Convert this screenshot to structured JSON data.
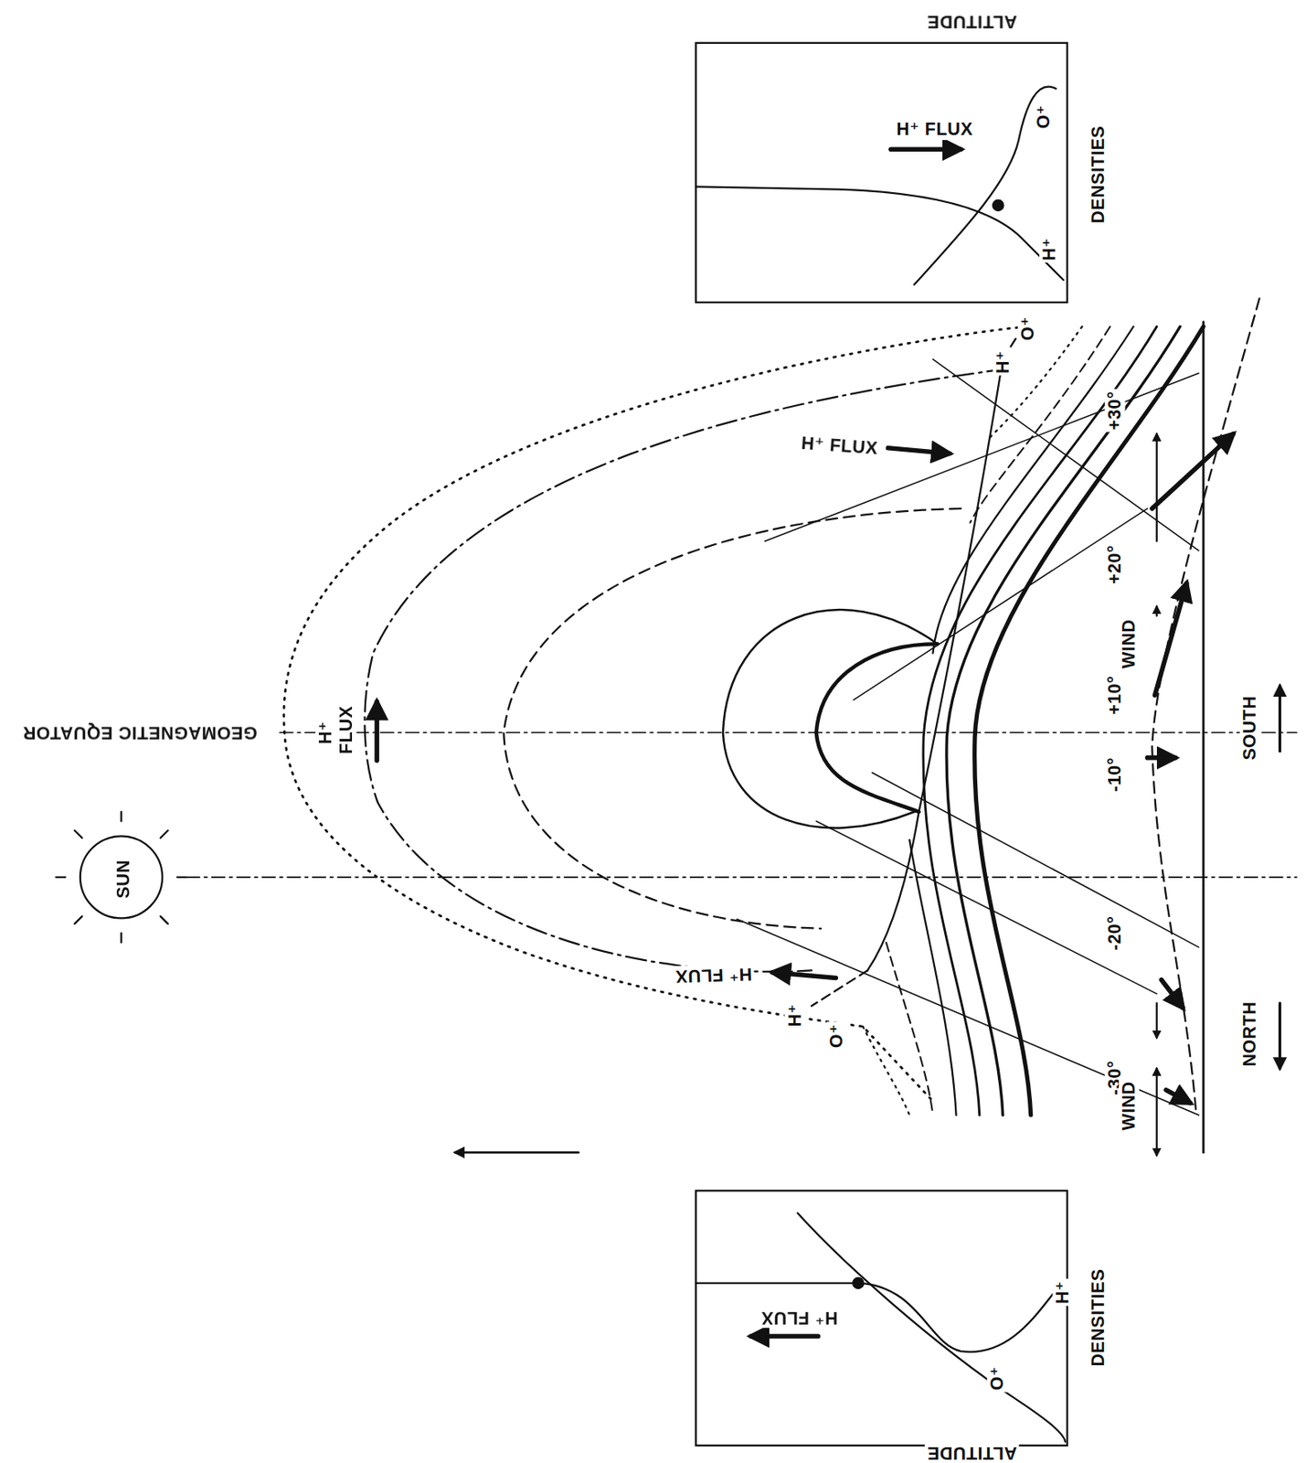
{
  "diagram": {
    "nodes": [
      {
        "text": [
          "SUN"
        ]
      },
      {
        "text": [
          "ALTITUDE",
          "H⁺ FLUX",
          "O⁺",
          "H⁺",
          "DENSITIES"
        ]
      },
      {
        "text": [
          "ALTITUDE",
          "H⁺ FLUX",
          "O⁺",
          "H⁺",
          "DENSITIES"
        ]
      }
    ],
    "labels": [
      "GEOMAGNETIC EQUATOR",
      "H⁺ FLUX",
      "H⁺ FLUX",
      "H⁺ FLUX",
      "H⁺",
      "O⁺",
      "H⁺",
      "O⁺",
      "+30°",
      "+20°",
      "+10°",
      "-10°",
      "-20°",
      "-30°",
      "WIND",
      "WIND",
      "SOUTH",
      "NORTH"
    ]
  }
}
